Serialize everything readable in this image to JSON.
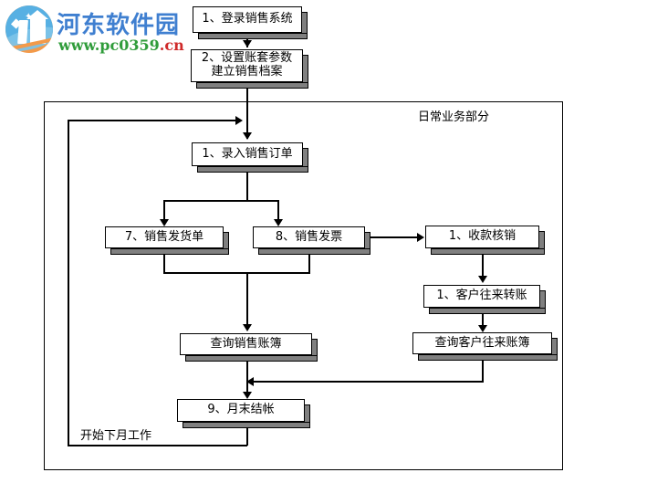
{
  "logo": {
    "name_text": "河东软件园",
    "url_main": "www.pc0359",
    "url_tld": ".cn",
    "mark_name": "pc0359-logo-icon",
    "colors": {
      "blue": "#3f7fd0",
      "orange": "#f39a4a",
      "green": "#2f9c3a",
      "red": "#cf2a2a"
    }
  },
  "diagram": {
    "title_label": "日常业务部分",
    "footer_label": "开始下月工作",
    "nodes": [
      {
        "id": "login",
        "label": "1、登录销售系统"
      },
      {
        "id": "setup",
        "label": "2、设置账套参数\n建立销售档案"
      },
      {
        "id": "order",
        "label": "1、录入销售订单"
      },
      {
        "id": "delivery",
        "label": "7、销售发货单"
      },
      {
        "id": "invoice",
        "label": "8、销售发票"
      },
      {
        "id": "receipt",
        "label": "1、收款核销"
      },
      {
        "id": "transfer",
        "label": "1、客户往来转账"
      },
      {
        "id": "sales_ledger",
        "label": "查询销售账簿"
      },
      {
        "id": "ar_ledger",
        "label": "查询客户往来账簿"
      },
      {
        "id": "month_close",
        "label": "9、月末结帐"
      }
    ]
  }
}
